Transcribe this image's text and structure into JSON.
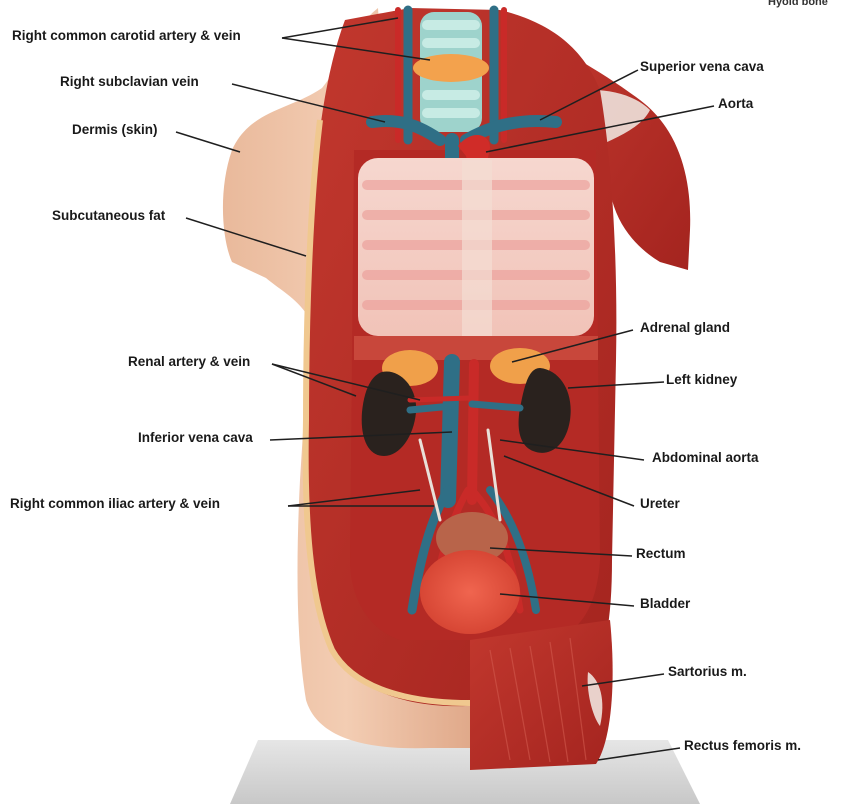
{
  "labels": {
    "right_common_carotid": "Right common carotid artery & vein",
    "hyoid_bone": "Hyoid bone",
    "right_subclavian_vein": "Right subclavian vein",
    "superior_vena_cava": "Superior vena cava",
    "dermis": "Dermis (skin)",
    "aorta": "Aorta",
    "subcutaneous_fat": "Subcutaneous fat",
    "adrenal_gland": "Adrenal gland",
    "renal_artery_vein": "Renal artery & vein",
    "left_kidney": "Left kidney",
    "inferior_vena_cava": "Inferior vena cava",
    "abdominal_aorta": "Abdominal aorta",
    "right_common_iliac": "Right common iliac artery & vein",
    "ureter": "Ureter",
    "rectum": "Rectum",
    "bladder": "Bladder",
    "sartorius": "Sartorius m.",
    "rectus_femoris": "Rectus femoris m."
  }
}
